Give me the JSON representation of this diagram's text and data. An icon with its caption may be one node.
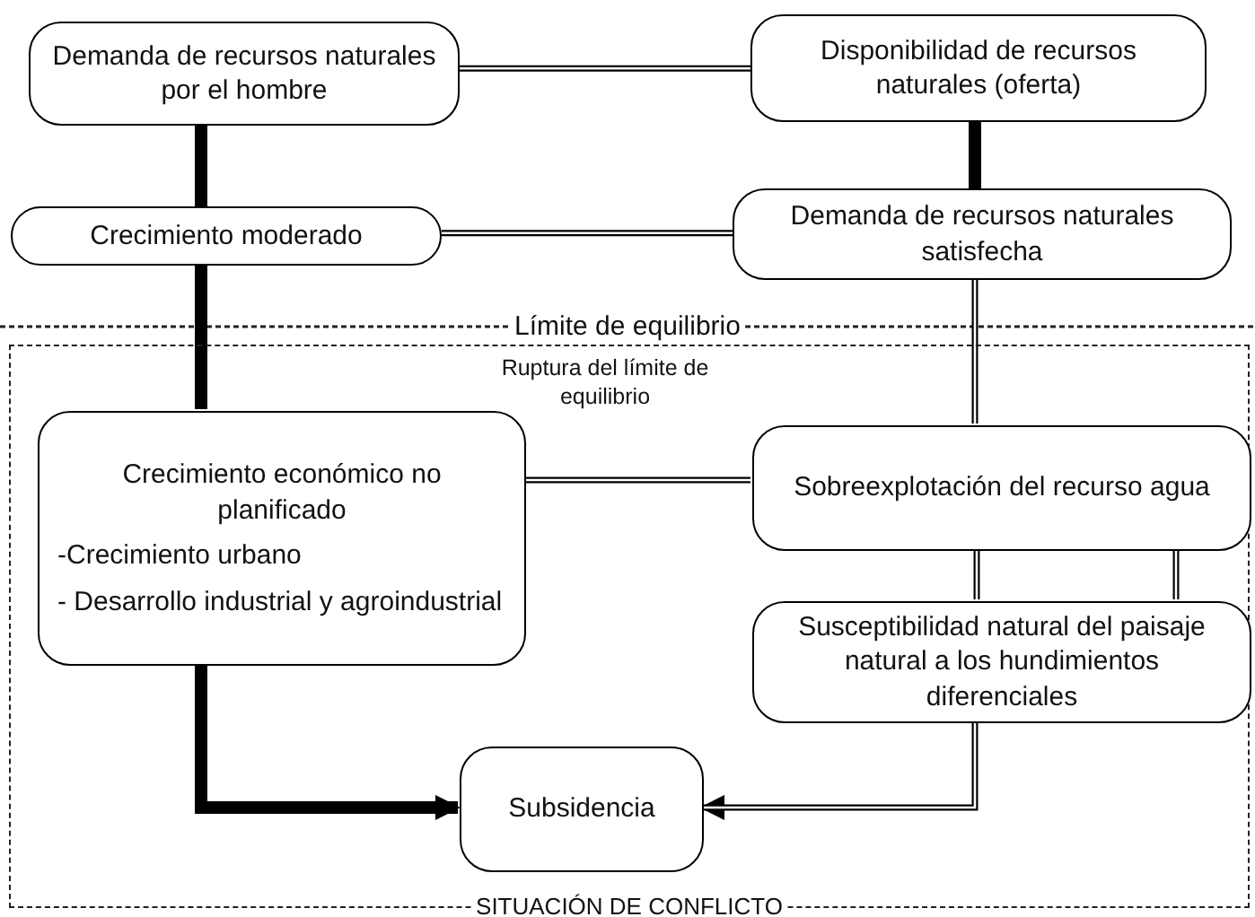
{
  "diagram": {
    "nodes": [
      {
        "text": [
          "Demanda de recursos naturales por el hombre"
        ]
      },
      {
        "text": [
          "Disponibilidad de recursos naturales (oferta)"
        ]
      },
      {
        "text": [
          "Crecimiento moderado"
        ]
      },
      {
        "text": [
          "Demanda de recursos naturales satisfecha"
        ]
      },
      {
        "text": [
          "SITUACIÓN DE CONFLICTO"
        ]
      },
      {
        "text": [
          "Crecimiento económico no planificado",
          "-Crecimiento urbano",
          "- Desarrollo industrial y agroindustrial"
        ],
        "in": 4
      },
      {
        "text": [
          "Sobreexplotación del recurso agua"
        ],
        "in": 4
      },
      {
        "text": [
          "Susceptibilidad natural del paisaje natural a los hundimientos diferenciales"
        ],
        "in": 4
      },
      {
        "text": [
          "Subsidencia"
        ],
        "in": 4
      }
    ],
    "edges": [
      {
        "from": 0,
        "to": 1,
        "arrow": "none"
      },
      {
        "from": 0,
        "to": 2,
        "arrow": "none",
        "style": "thick"
      },
      {
        "from": 1,
        "to": 3,
        "arrow": "none",
        "style": "thick"
      },
      {
        "from": 2,
        "to": 3,
        "arrow": "none"
      },
      {
        "from": 2,
        "to": 5,
        "arrow": "none",
        "style": "thick"
      },
      {
        "from": 3,
        "to": 6,
        "arrow": "none"
      },
      {
        "from": 5,
        "to": 6,
        "arrow": "none"
      },
      {
        "from": 6,
        "to": 7,
        "arrow": "none"
      },
      {
        "from": 6,
        "to": 7,
        "arrow": "none"
      },
      {
        "from": 5,
        "to": 8,
        "arrow": "to",
        "style": "thick"
      },
      {
        "from": 7,
        "to": 8,
        "arrow": "to"
      }
    ],
    "labels": [
      "Límite de equilibrio",
      "Ruptura del límite de equilibrio"
    ]
  }
}
